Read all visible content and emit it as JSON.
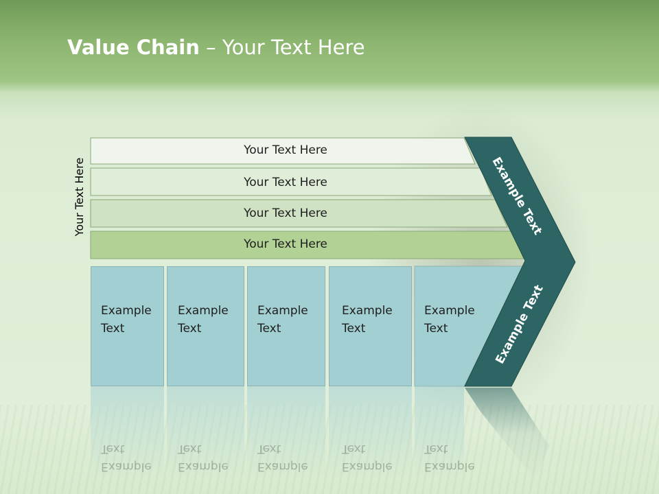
{
  "slide": {
    "title_bold": "Value Chain",
    "title_rest": " – Your Text Here",
    "side_label": "Your Text Here"
  },
  "tiers": [
    {
      "label": "Your Text Here"
    },
    {
      "label": "Your Text Here"
    },
    {
      "label": "Your Text Here"
    },
    {
      "label": "Your Text Here"
    }
  ],
  "boxes": [
    {
      "line1": "Example",
      "line2": "Text"
    },
    {
      "line1": "Example",
      "line2": "Text"
    },
    {
      "line1": "Example",
      "line2": "Text"
    },
    {
      "line1": "Example",
      "line2": "Text"
    },
    {
      "line1": "Example",
      "line2": "Text"
    }
  ],
  "chevron": {
    "upper_label": "Example Text",
    "lower_label": "Example Text"
  },
  "colors": {
    "header_green": "#8cb56f",
    "tier_fills": [
      "#eff5ec",
      "#e0edd8",
      "#cfe2c3",
      "#b2d195"
    ],
    "box_fill": "#a2cfd1",
    "chevron_fill": "#2d6565"
  }
}
